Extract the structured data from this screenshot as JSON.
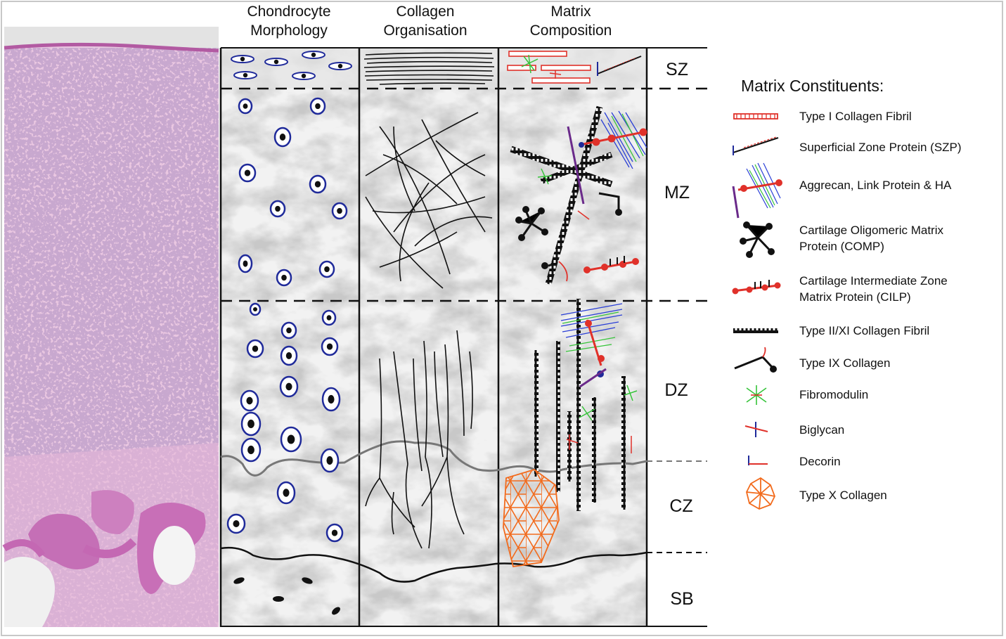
{
  "column_headers": [
    {
      "line1": "Chondrocyte",
      "line2": "Morphology"
    },
    {
      "line1": "Collagen",
      "line2": "Organisation"
    },
    {
      "line1": "Matrix",
      "line2": "Composition"
    }
  ],
  "zones": [
    "SZ",
    "MZ",
    "DZ",
    "CZ",
    "SB"
  ],
  "legend": {
    "title": "Matrix Constituents:",
    "items": [
      {
        "label": "Type I Collagen Fibril",
        "icon": "type-i-collagen-fibril-icon"
      },
      {
        "label": "Superficial Zone Protein (SZP)",
        "icon": "szp-icon"
      },
      {
        "label": "Aggrecan, Link Protein & HA",
        "icon": "aggrecan-icon"
      },
      {
        "label": "Cartilage Oligomeric Matrix Protein (COMP)",
        "icon": "comp-icon"
      },
      {
        "label": "Cartilage Intermediate Zone Matrix Protein (CILP)",
        "icon": "cilp-icon"
      },
      {
        "label": "Type II/XI Collagen Fibril",
        "icon": "type-ii-xi-collagen-fibril-icon"
      },
      {
        "label": "Type IX Collagen",
        "icon": "type-ix-collagen-icon"
      },
      {
        "label": "Fibromodulin",
        "icon": "fibromodulin-icon"
      },
      {
        "label": "Biglycan",
        "icon": "biglycan-icon"
      },
      {
        "label": "Decorin",
        "icon": "decorin-icon"
      },
      {
        "label": "Type X Collagen",
        "icon": "type-x-collagen-icon"
      }
    ]
  },
  "colors": {
    "histology_pink": "#e7c3de",
    "histology_dark": "#c468b3",
    "cell_ring": "#1f2a9a",
    "type_i_red": "#e0312a",
    "aggrecan_blue": "#2a3fd6",
    "aggrecan_green": "#36c43a",
    "type_x_orange": "#f26b1d",
    "matrix_grey": "#cfcfcf"
  }
}
